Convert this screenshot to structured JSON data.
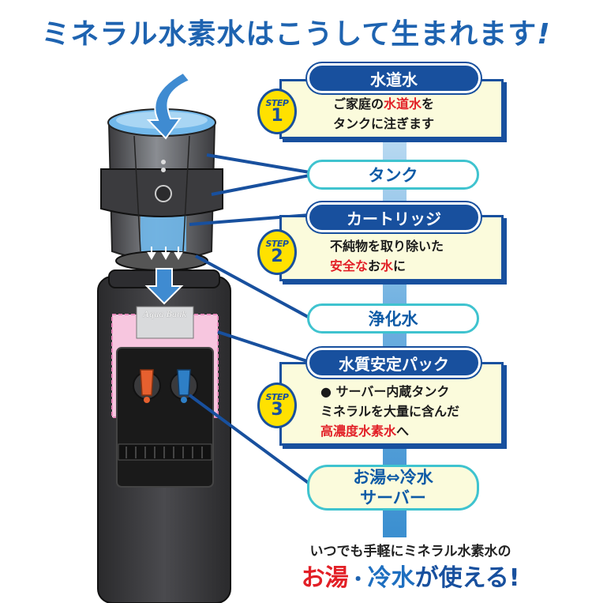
{
  "headline": {
    "text": "ミネラル水素水はこうして生まれます",
    "exclamation": "!"
  },
  "steps": {
    "step1": {
      "badge_label": "STEP",
      "badge_number": "1",
      "title": "水道水",
      "text_line1_a": "ご家庭の",
      "text_line1_b": "水道水",
      "text_line1_c": "を",
      "text_line2": "タンクに注ぎます"
    },
    "step2": {
      "badge_label": "STEP",
      "badge_number": "2",
      "title": "カートリッジ",
      "text_line1": "不純物を取り除いた",
      "text_line2_a": "安全な",
      "text_line2_b": "お",
      "text_line2_c": "水",
      "text_line2_d": "に"
    },
    "step3": {
      "badge_label": "STEP",
      "badge_number": "3",
      "title": "水質安定パック",
      "bullet": "●",
      "text_line1": "サーバー内蔵タンク",
      "text_line2": "ミネラルを大量に含んだ",
      "text_line3_a": "高濃度水素水",
      "text_line3_b": "へ"
    }
  },
  "labels": {
    "tank": "タンク",
    "purified": "浄化水",
    "server_line1": "お湯⇔冷水",
    "server_line2": "サーバー"
  },
  "server": {
    "brand": "Aqua Bank"
  },
  "tagline": {
    "line1": "いつでも手軽にミネラル水素水の",
    "hot": "お湯",
    "dot": "・",
    "cold": "冷水",
    "rest": "が使える!"
  },
  "colors": {
    "navy": "#18509e",
    "aqua": "#3fc3cf",
    "box_fill": "#fbfbdc",
    "badge_yellow": "#ffe100",
    "red": "#e21f26",
    "headline_blue": "#1e63b0"
  }
}
